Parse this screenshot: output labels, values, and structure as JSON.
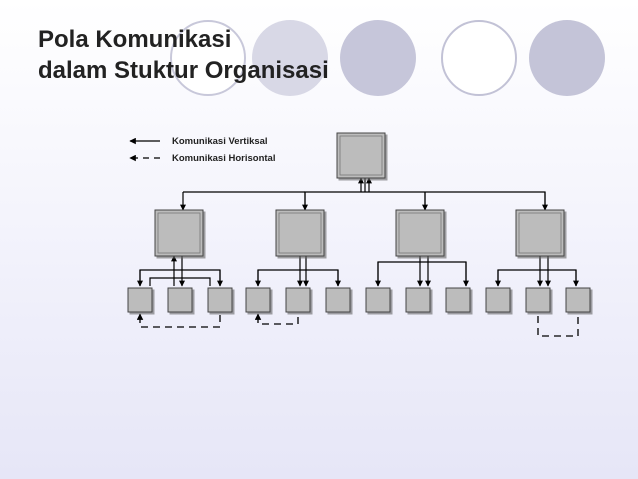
{
  "title": {
    "line1": "Pola Komunikasi",
    "line2": "dalam Stuktur Organisasi"
  },
  "legend": {
    "vertical": "Komunikasi Vertiksal",
    "horizontal": "Komunikasi Horisontal"
  },
  "colors": {
    "box_fill": "#bcbcbc",
    "box_border": "#444444",
    "circle_dark": "#c4c4d8",
    "circle_outline": "#b9b9cf",
    "line": "#000000"
  }
}
